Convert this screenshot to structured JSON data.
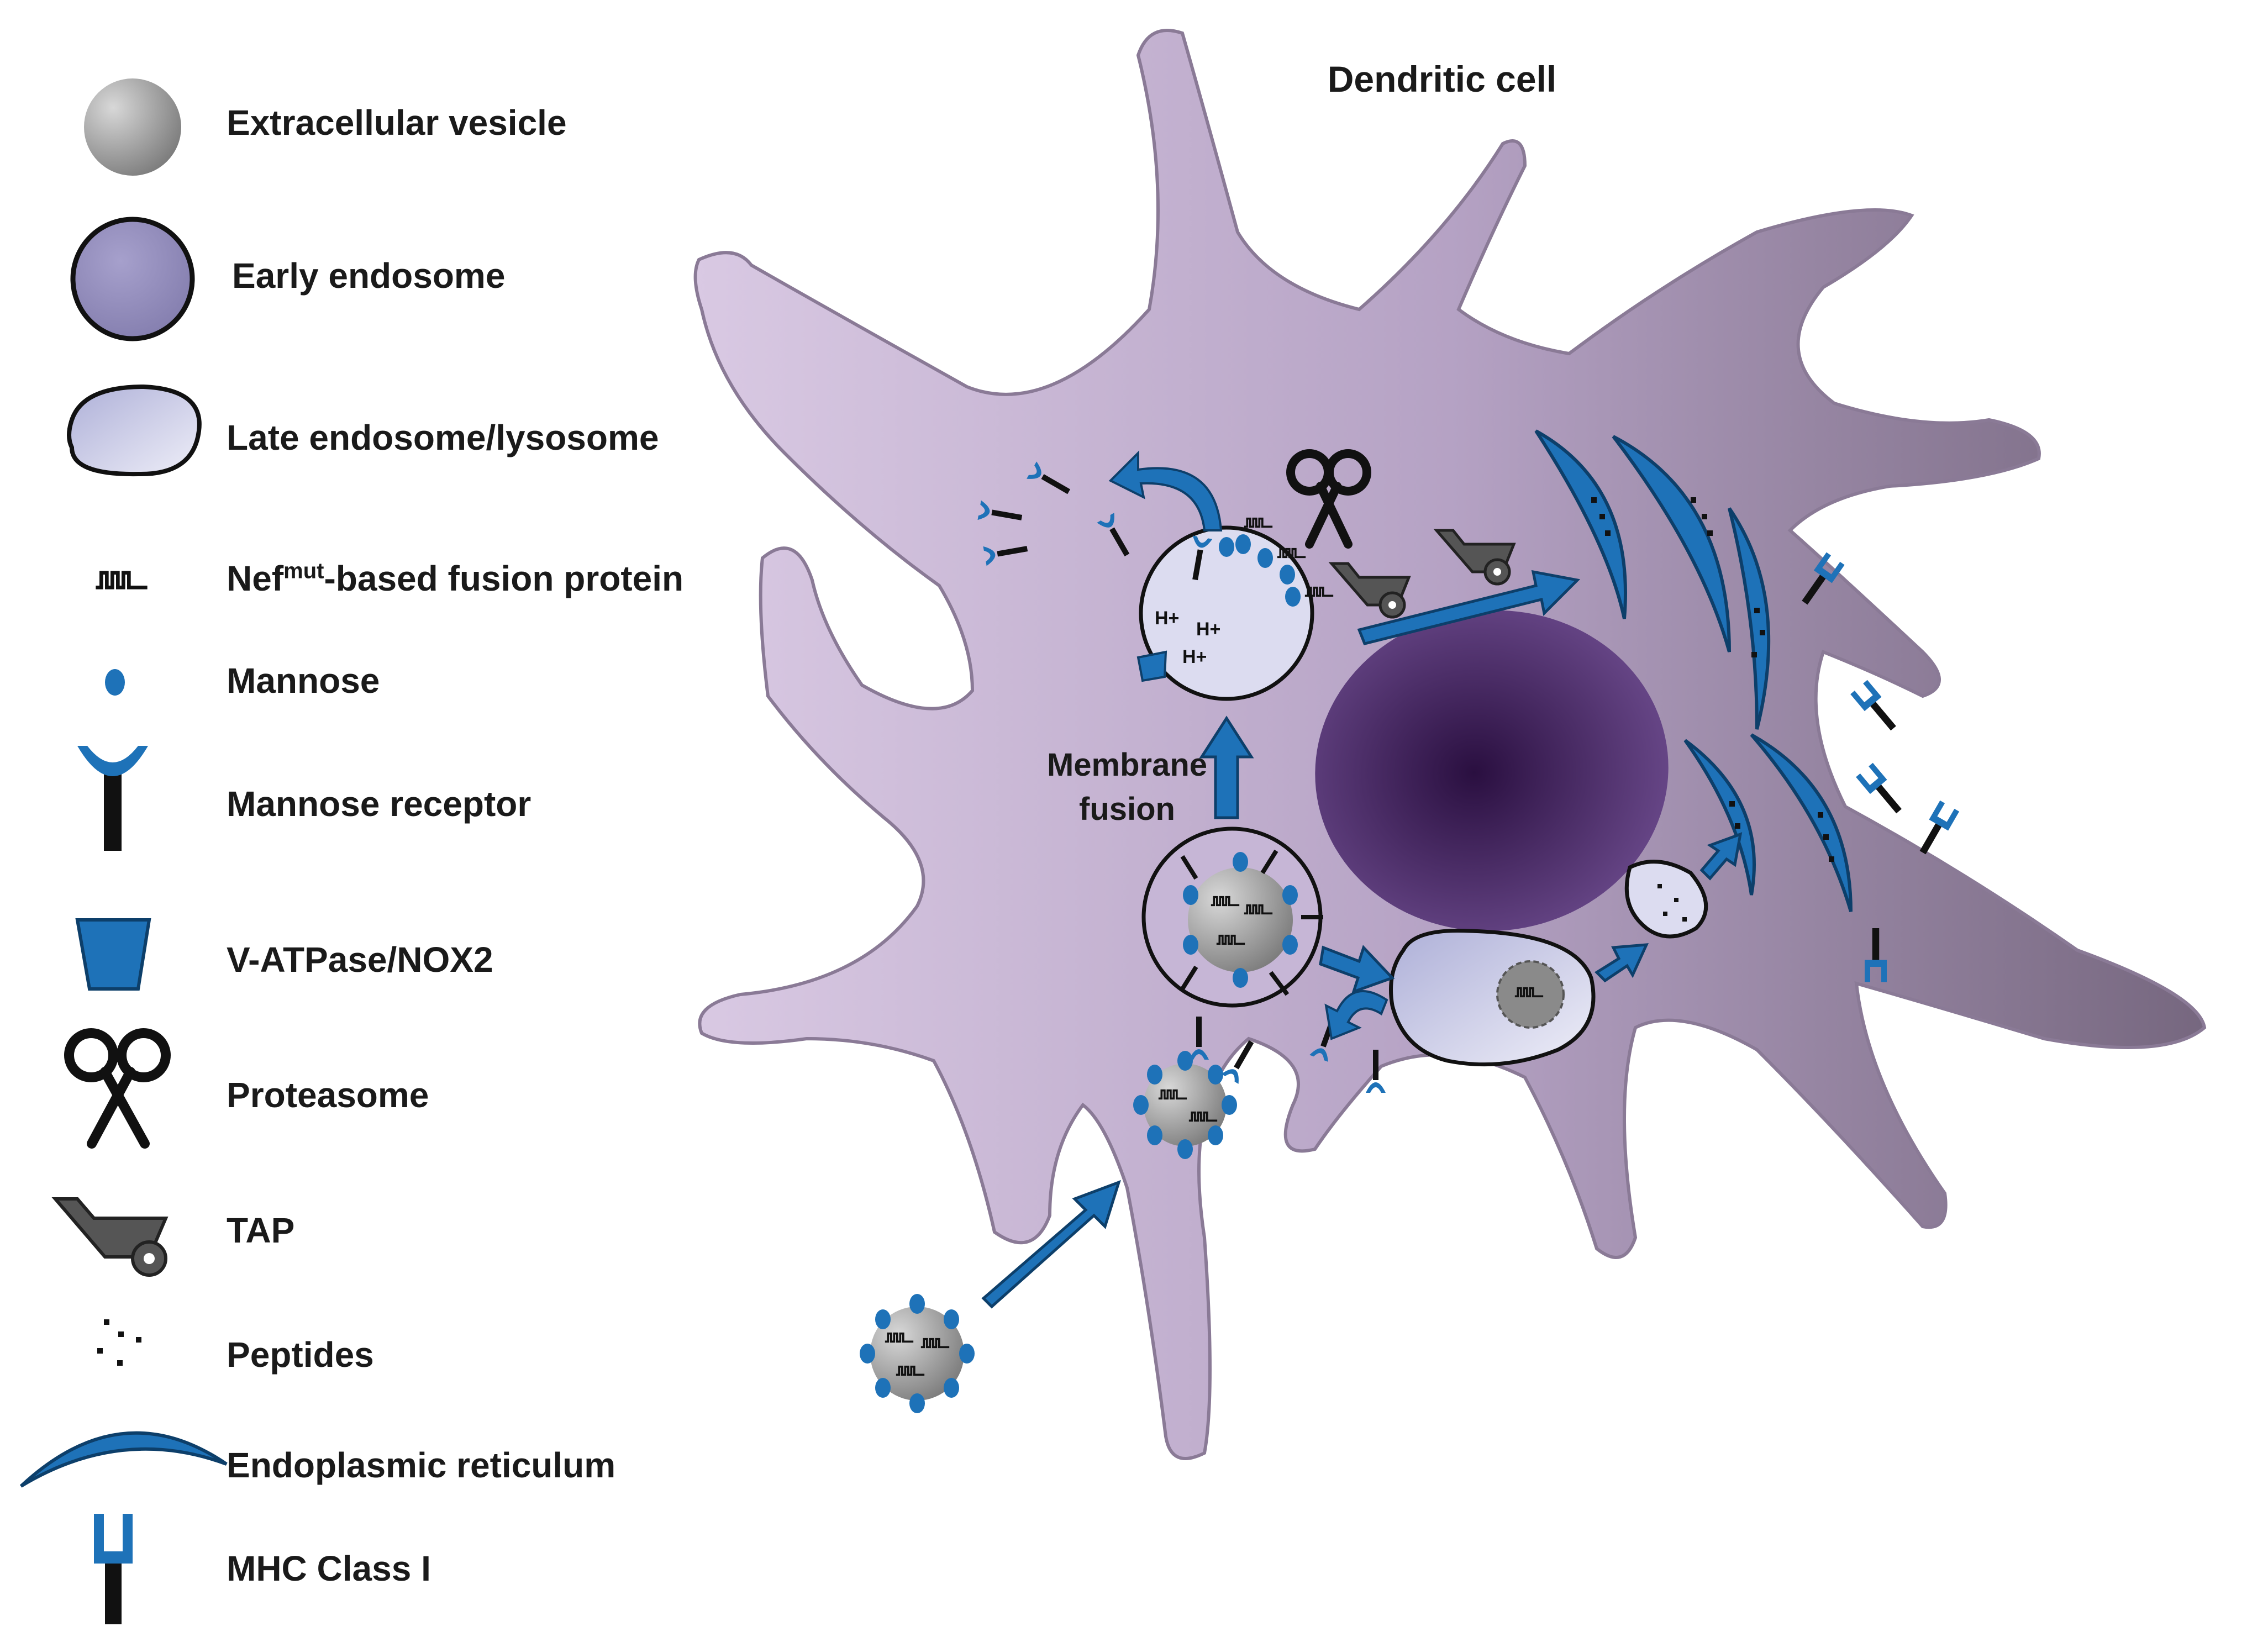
{
  "diagram": {
    "title": "Dendritic cell",
    "membrane_fusion_line1": "Membrane",
    "membrane_fusion_line2": "fusion",
    "proton_label": "H+"
  },
  "legend": {
    "extracellular_vesicle": "Extracellular vesicle",
    "early_endosome": "Early endosome",
    "late_endosome": "Late endosome/lysosome",
    "nef_prefix": "Nef",
    "nef_superscript": "mut",
    "nef_suffix": "-based fusion protein",
    "mannose": "Mannose",
    "mannose_receptor": "Mannose receptor",
    "v_atpase": "V-ATPase/NOX2",
    "proteasome": "Proteasome",
    "tap": "TAP",
    "peptides": "Peptides",
    "er": "Endoplasmic reticulum",
    "mhc": "MHC Class I"
  },
  "colors": {
    "cell_light": "#d6c6e0",
    "cell_dark": "#7a6a88",
    "nucleus": "#3a1f57",
    "blue": "#1e72b8",
    "early_endosome": "#8e88b8",
    "vesicle": "#9a9a9a"
  }
}
